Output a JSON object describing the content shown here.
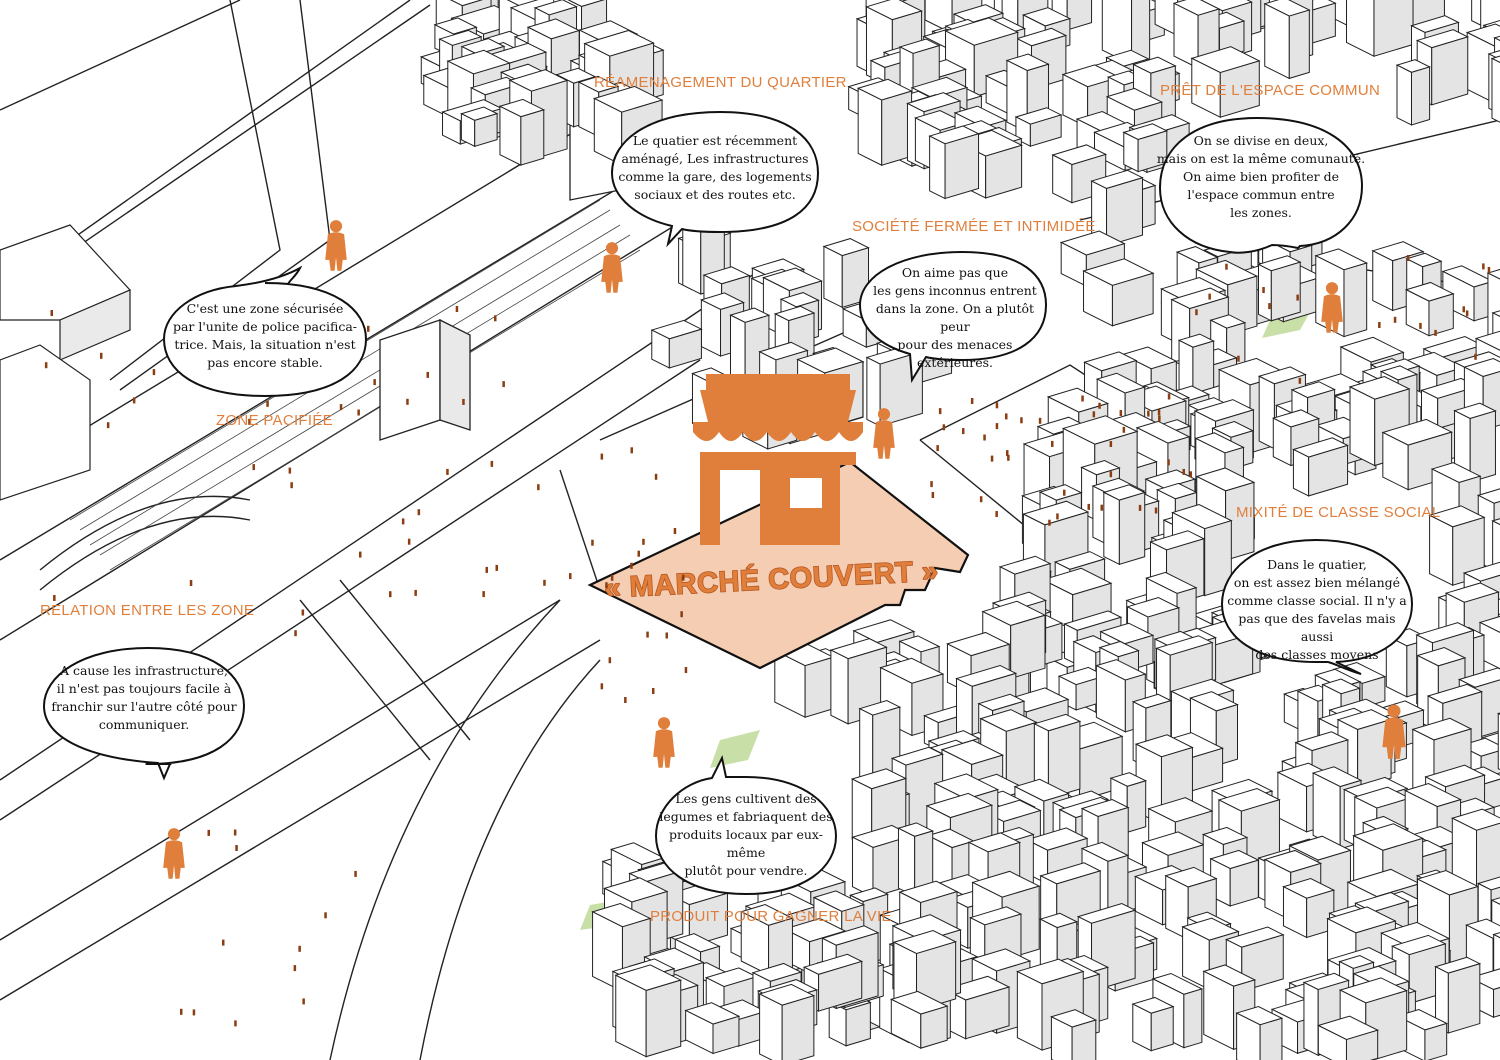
{
  "colors": {
    "accent": "#e07f3c",
    "market_floor": "#f4cdb3",
    "green": "#c9dfa8",
    "shadow": "#ececec",
    "building": "#ffffff",
    "outline": "#222222"
  },
  "icons": {
    "market": "market-stall-icon",
    "people": "person-silhouette-icon"
  },
  "market": {
    "title": "« MARCHÉ COUVERT »"
  },
  "zones": [
    {
      "label": "RÉAMENAGEMENT DU QUARTIER",
      "text": "Le quatier est récemment\naménagé, Les infrastructures\ncomme la gare, des logements\nsociaux et des routes etc."
    },
    {
      "label": "PRÊT DE L'ESPACE COMMUN",
      "text": "On se divise en deux,\nmais on est la même comunauté.\nOn aime bien profiter de\nl'espace commun entre\nles zones."
    },
    {
      "label": "SOCIÉTÉ FERMÉE ET INTIMIDÉE",
      "text": "On aime pas que\nles gens inconnus entrent\ndans la zone. On a plutôt peur\npour des menaces extérieures."
    },
    {
      "label": "ZONE PACIFIÉE",
      "text": "C'est une zone sécurisée\npar l'unite de police pacifica-\ntrice. Mais, la situation n'est\npas encore stable."
    },
    {
      "label": "MIXITÉ DE CLASSE SOCIAL",
      "text": "Dans le quatier,\non est assez bien mélangé\ncomme classe social. Il n'y a\npas que des favelas mais aussi\ndes classes moyens"
    },
    {
      "label": "RELATION ENTRE LES ZONE",
      "text": "A cause les infrastructure,\nil n'est pas  toujours facile à\nfranchir sur l'autre côté pour\ncommuniquer."
    },
    {
      "label": "PRODUIT POUR GAGNER LA VIE",
      "text": "Les gens cultivent des\nlegumes et fabriaquent des\nproduits locaux par eux-même\nplutôt pour vendre."
    }
  ]
}
